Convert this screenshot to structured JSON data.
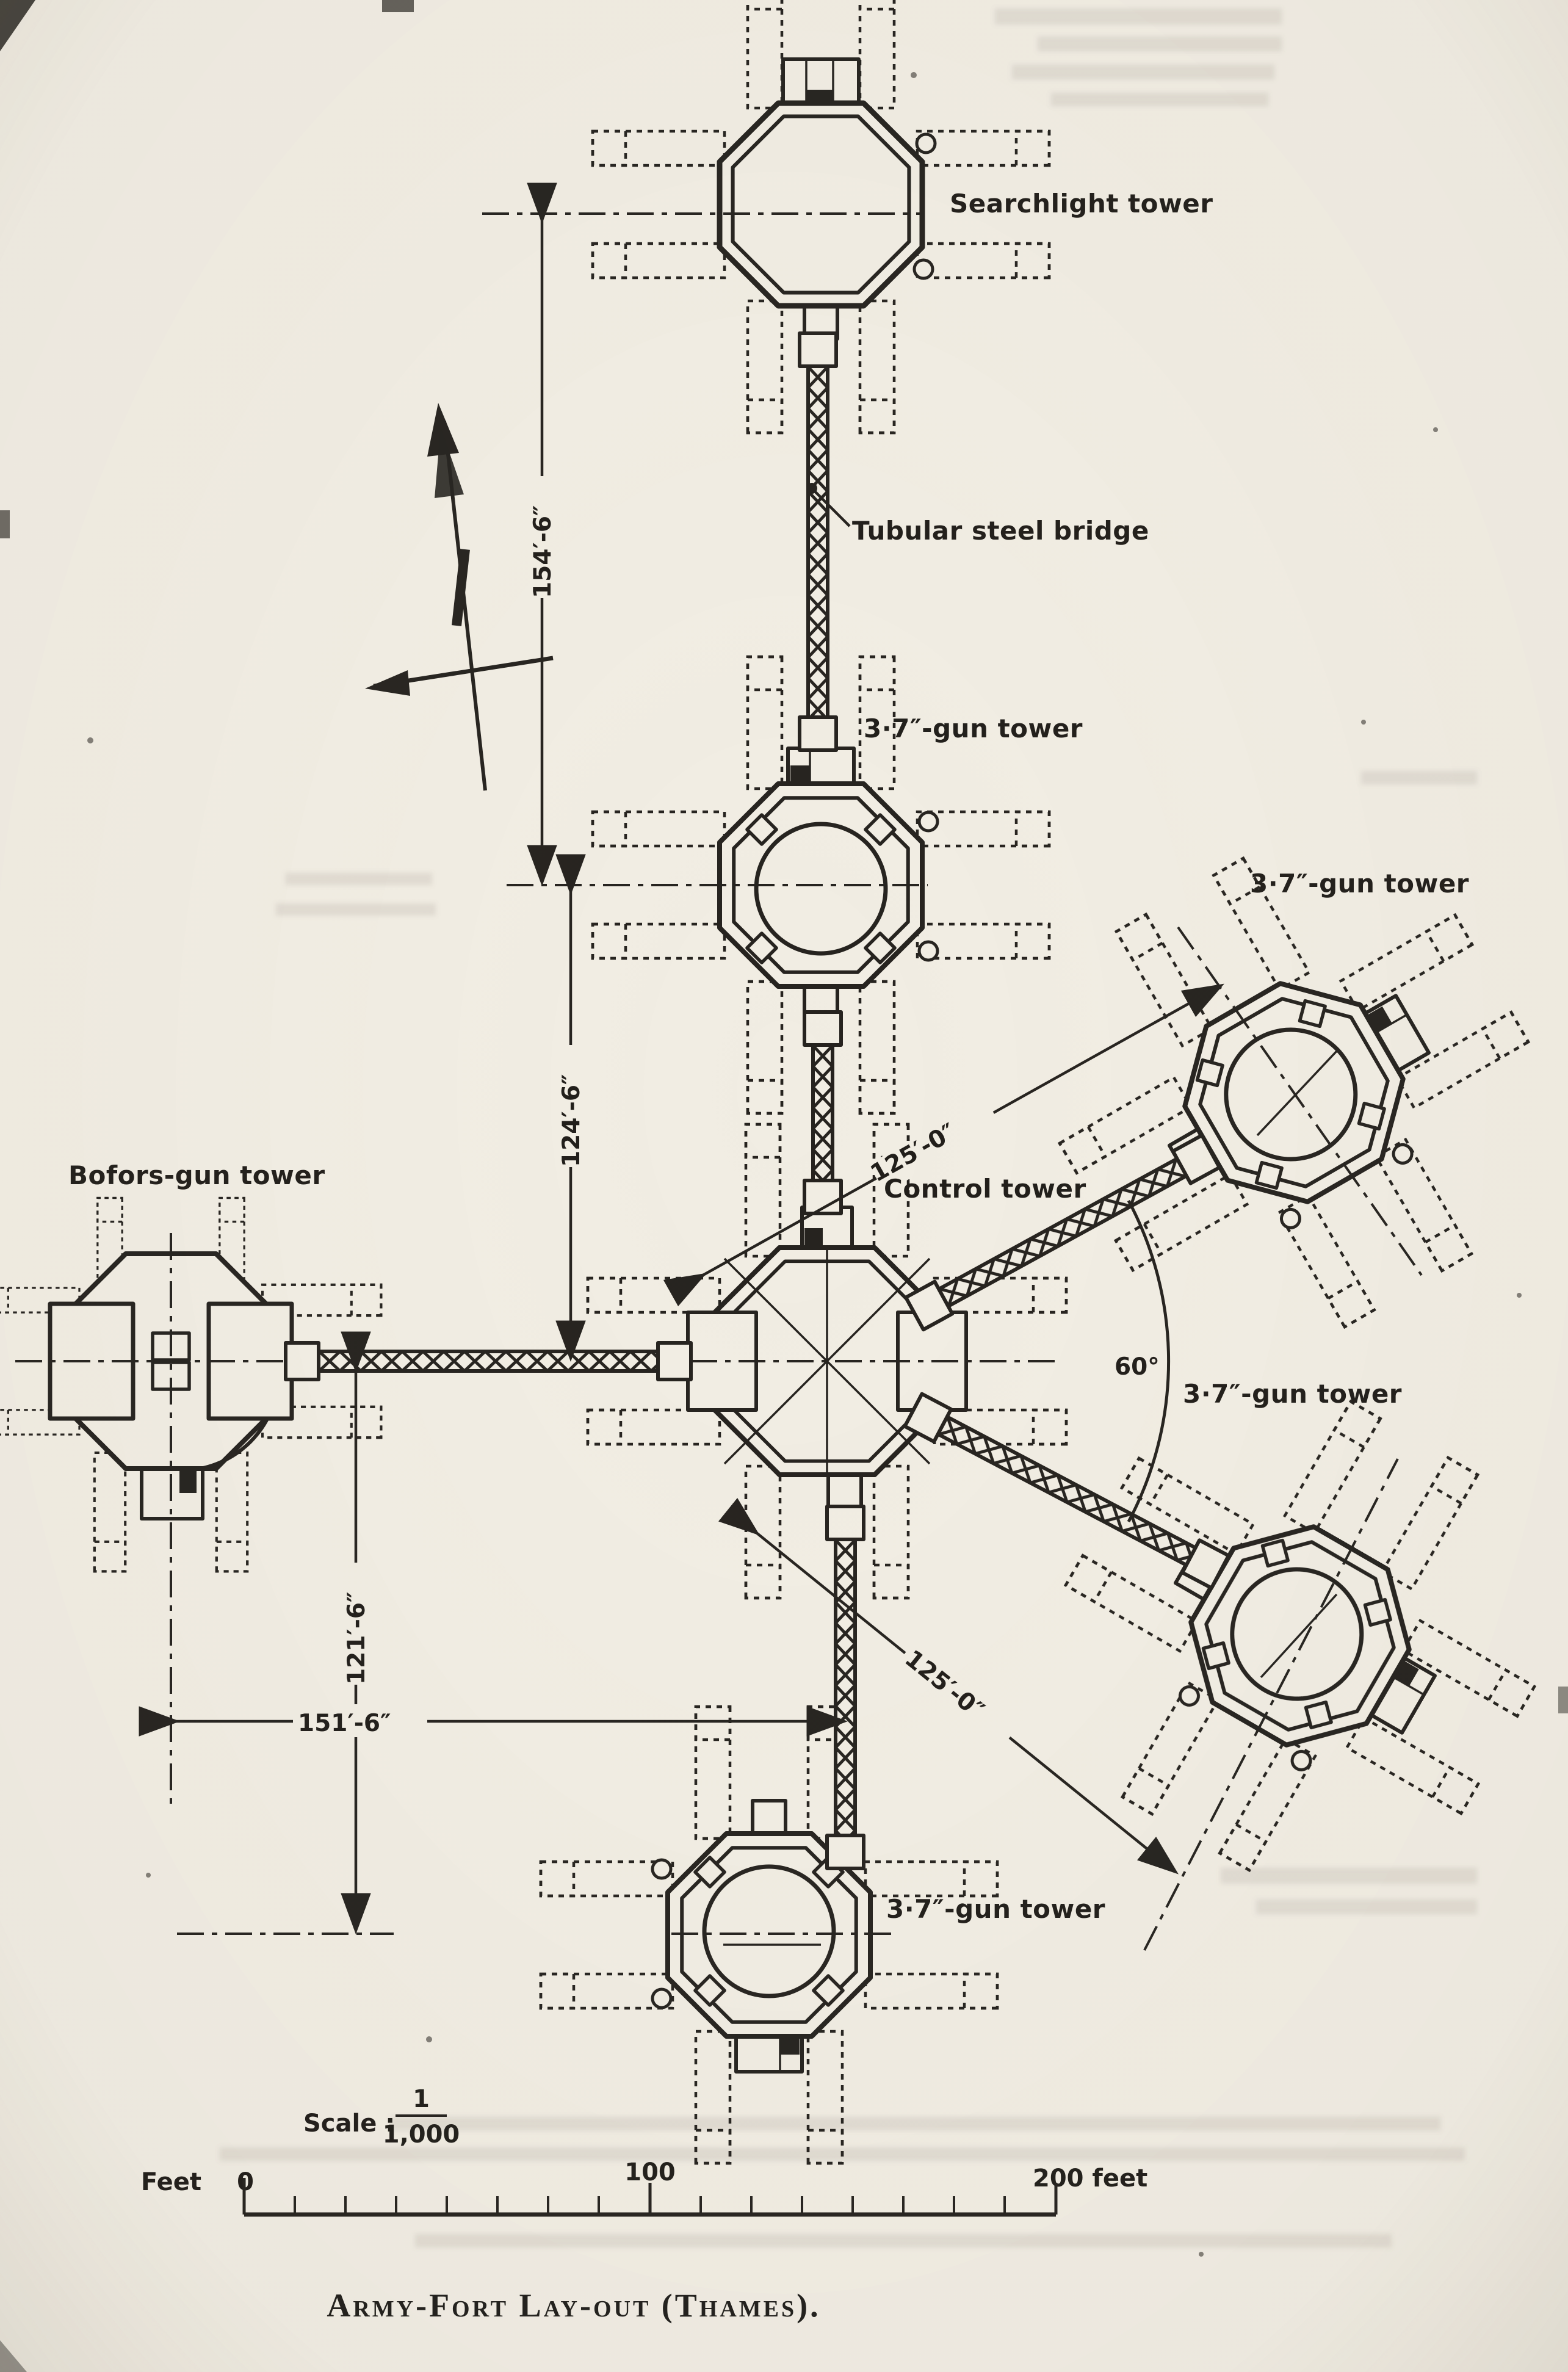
{
  "page": {
    "paper_color": "#f1ede3",
    "ink_color": "#26231f",
    "caption": "Army-Fort Lay-out (Thames)."
  },
  "diagram": {
    "towers": {
      "searchlight": {
        "label": "Searchlight tower"
      },
      "gun_north": {
        "label": "3·7″-gun tower"
      },
      "gun_northeast": {
        "label": "3·7″-gun tower"
      },
      "gun_southeast": {
        "label": "3·7″-gun tower"
      },
      "gun_south": {
        "label": "3·7″-gun tower"
      },
      "control": {
        "label": "Control tower"
      },
      "bofors": {
        "label": "Bofors-gun tower"
      }
    },
    "bridge_label": "Tubular steel bridge",
    "dimensions": {
      "searchlight_to_north_gun": "154′-6″",
      "north_gun_to_control": "124′-6″",
      "control_to_south_gun": "121′-6″",
      "bofors_to_control": "151′-6″",
      "control_to_northeast_gun": "125′-0″",
      "control_to_southeast_gun": "125′-0″",
      "bridge_angle": "60°"
    }
  },
  "scale": {
    "label": "Scale :",
    "ratio_numerator": "1",
    "ratio_denominator": "1,000",
    "units_label": "Feet",
    "tick_zero": "0",
    "tick_hundred": "100",
    "tick_two_hundred": "200 feet"
  }
}
